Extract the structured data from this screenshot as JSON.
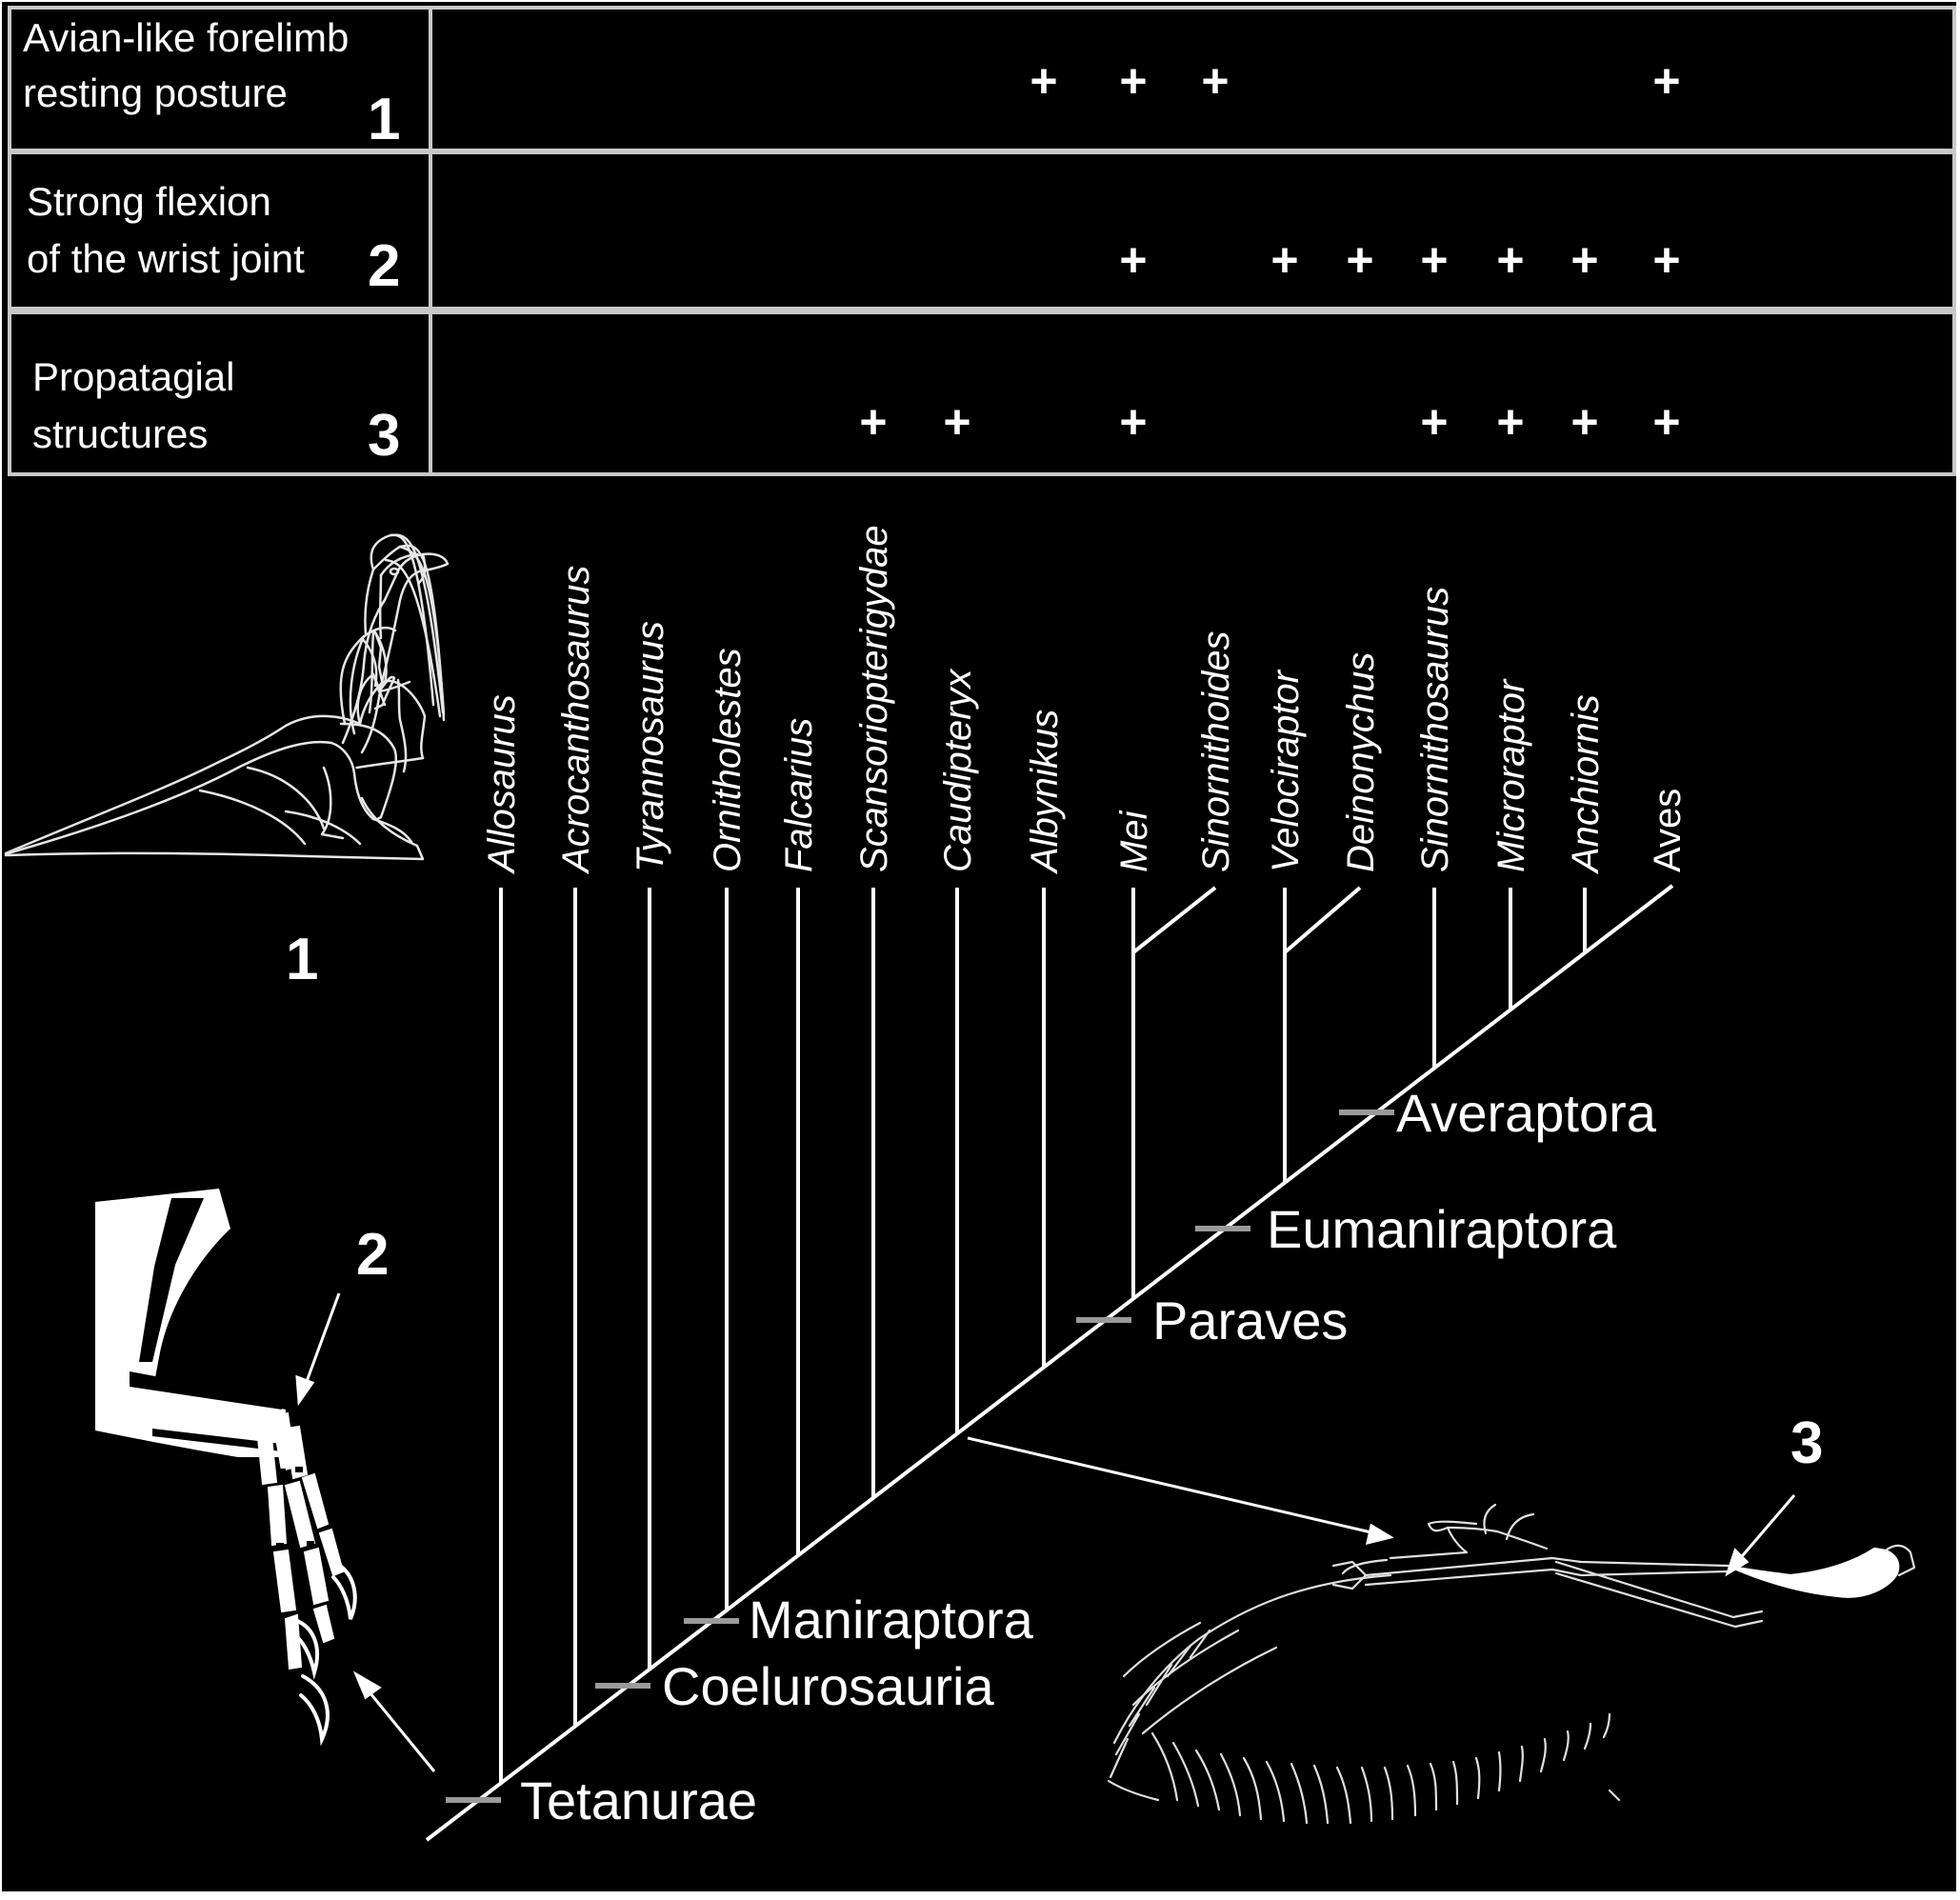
{
  "characters": [
    {
      "label_lines": [
        "Avian-like forelimb",
        "resting posture"
      ],
      "number": "1"
    },
    {
      "label_lines": [
        "Strong flexion",
        "of the wrist joint"
      ],
      "number": "2"
    },
    {
      "label_lines": [
        "Propatagial",
        "structures"
      ],
      "number": "3"
    }
  ],
  "plus_symbol": "+",
  "taxa": [
    {
      "name": "Allosaurus",
      "traits": [
        false,
        false,
        false
      ]
    },
    {
      "name": "Acrocanthosaurus",
      "traits": [
        false,
        false,
        false
      ]
    },
    {
      "name": "Tyrannosaurus",
      "traits": [
        false,
        false,
        false
      ]
    },
    {
      "name": "Ornitholestes",
      "traits": [
        false,
        false,
        false
      ]
    },
    {
      "name": "Falcarius",
      "traits": [
        false,
        false,
        false
      ]
    },
    {
      "name": "Scansoriopterigydae",
      "traits": [
        false,
        false,
        true
      ]
    },
    {
      "name": "Caudipteryx",
      "traits": [
        false,
        false,
        true
      ]
    },
    {
      "name": "Albynikus",
      "traits": [
        true,
        false,
        false
      ]
    },
    {
      "name": "Mei",
      "traits": [
        true,
        true,
        true
      ]
    },
    {
      "name": "Sinornithoides",
      "traits": [
        true,
        false,
        false
      ]
    },
    {
      "name": "Velociraptor",
      "traits": [
        false,
        true,
        false
      ]
    },
    {
      "name": "Deinonychus",
      "traits": [
        false,
        true,
        false
      ]
    },
    {
      "name": "Sinornithosaurus",
      "traits": [
        false,
        true,
        true
      ]
    },
    {
      "name": "Microraptor",
      "traits": [
        false,
        true,
        true
      ]
    },
    {
      "name": "Anchiornis",
      "traits": [
        false,
        true,
        true
      ]
    },
    {
      "name": "Aves",
      "traits": [
        true,
        true,
        true
      ]
    }
  ],
  "clades": [
    "Tetanurae",
    "Coelurosauria",
    "Maniraptora",
    "Paraves",
    "Eumaniraptora",
    "Averaptora"
  ],
  "illustration_numbers": [
    "1",
    "2",
    "3"
  ],
  "colors": {
    "background": "#000000",
    "foreground": "#ffffff",
    "tick": "#9a9a9a"
  },
  "icons": [
    "resting-dinosaur-icon",
    "flexed-forelimb-icon",
    "feathered-wing-icon"
  ]
}
